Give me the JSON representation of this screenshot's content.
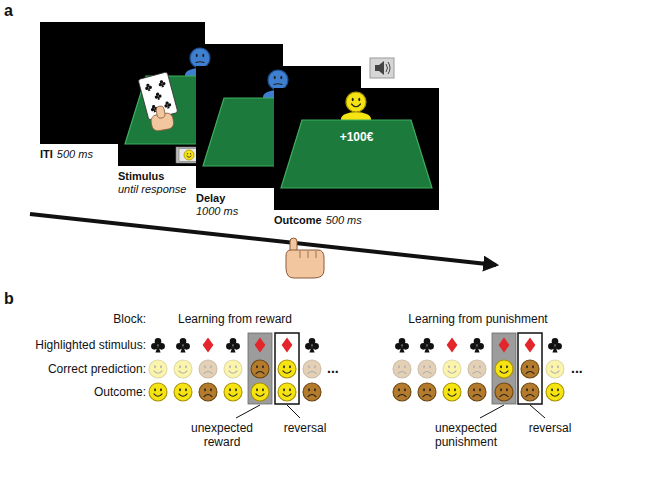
{
  "diagram": {
    "nodes": [
      {
        "text": [
          "ITI",
          "500 ms"
        ]
      },
      {
        "text": [
          "Stimulus",
          "until response"
        ]
      },
      {
        "text": [
          "Delay",
          "1000 ms"
        ]
      },
      {
        "text": [
          "Outcome",
          "500 ms",
          "+100€"
        ]
      }
    ],
    "labels": [
      "a",
      "b",
      "Block:",
      "Learning from reward",
      "Learning from punishment",
      "Highlighted stimulus:",
      "Correct prediction:",
      "Outcome:",
      "...",
      "unexpected reward",
      "reversal",
      "...",
      "unexpected punishment",
      "reversal"
    ]
  }
}
